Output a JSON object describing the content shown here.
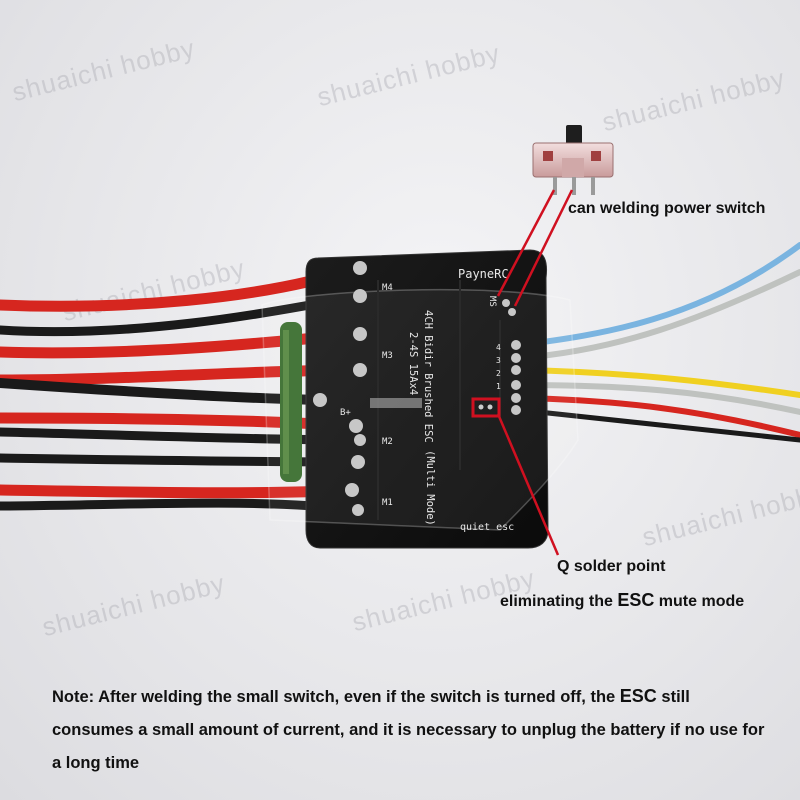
{
  "watermark": "shuaichi hobby",
  "board": {
    "brand": "PayneRC",
    "line1": "4CH Bidir Brushed ESC",
    "line2": "2-4S 15Ax4",
    "line3": "(Multi Mode)",
    "footer": "quiet esc",
    "motor_labels": [
      "M4",
      "M3",
      "M2",
      "M1"
    ],
    "power_label": "B+",
    "switch_label": "MS",
    "channel_labels": [
      "4",
      "3",
      "2",
      "1"
    ]
  },
  "annotations": {
    "switch": "can welding power switch",
    "solder_title": "Q solder point",
    "solder_desc_prefix": "eliminating the ",
    "solder_desc_bold": "ESC",
    "solder_desc_suffix": " mute mode"
  },
  "note": {
    "prefix": "Note: After welding the small switch, even if the switch is turned off, the ",
    "bold": "ESC",
    "suffix": " still consumes a small amount of current, and it is necessary to unplug the battery if no use for a long time"
  },
  "colors": {
    "red_wire": "#d6261f",
    "black_wire": "#1a1a1a",
    "blue_wire": "#7ab4e0",
    "yellow_wire": "#f0d020",
    "gray_wire": "#bfc2bf",
    "pcb": "#121212",
    "highlight_box": "#d01020"
  }
}
